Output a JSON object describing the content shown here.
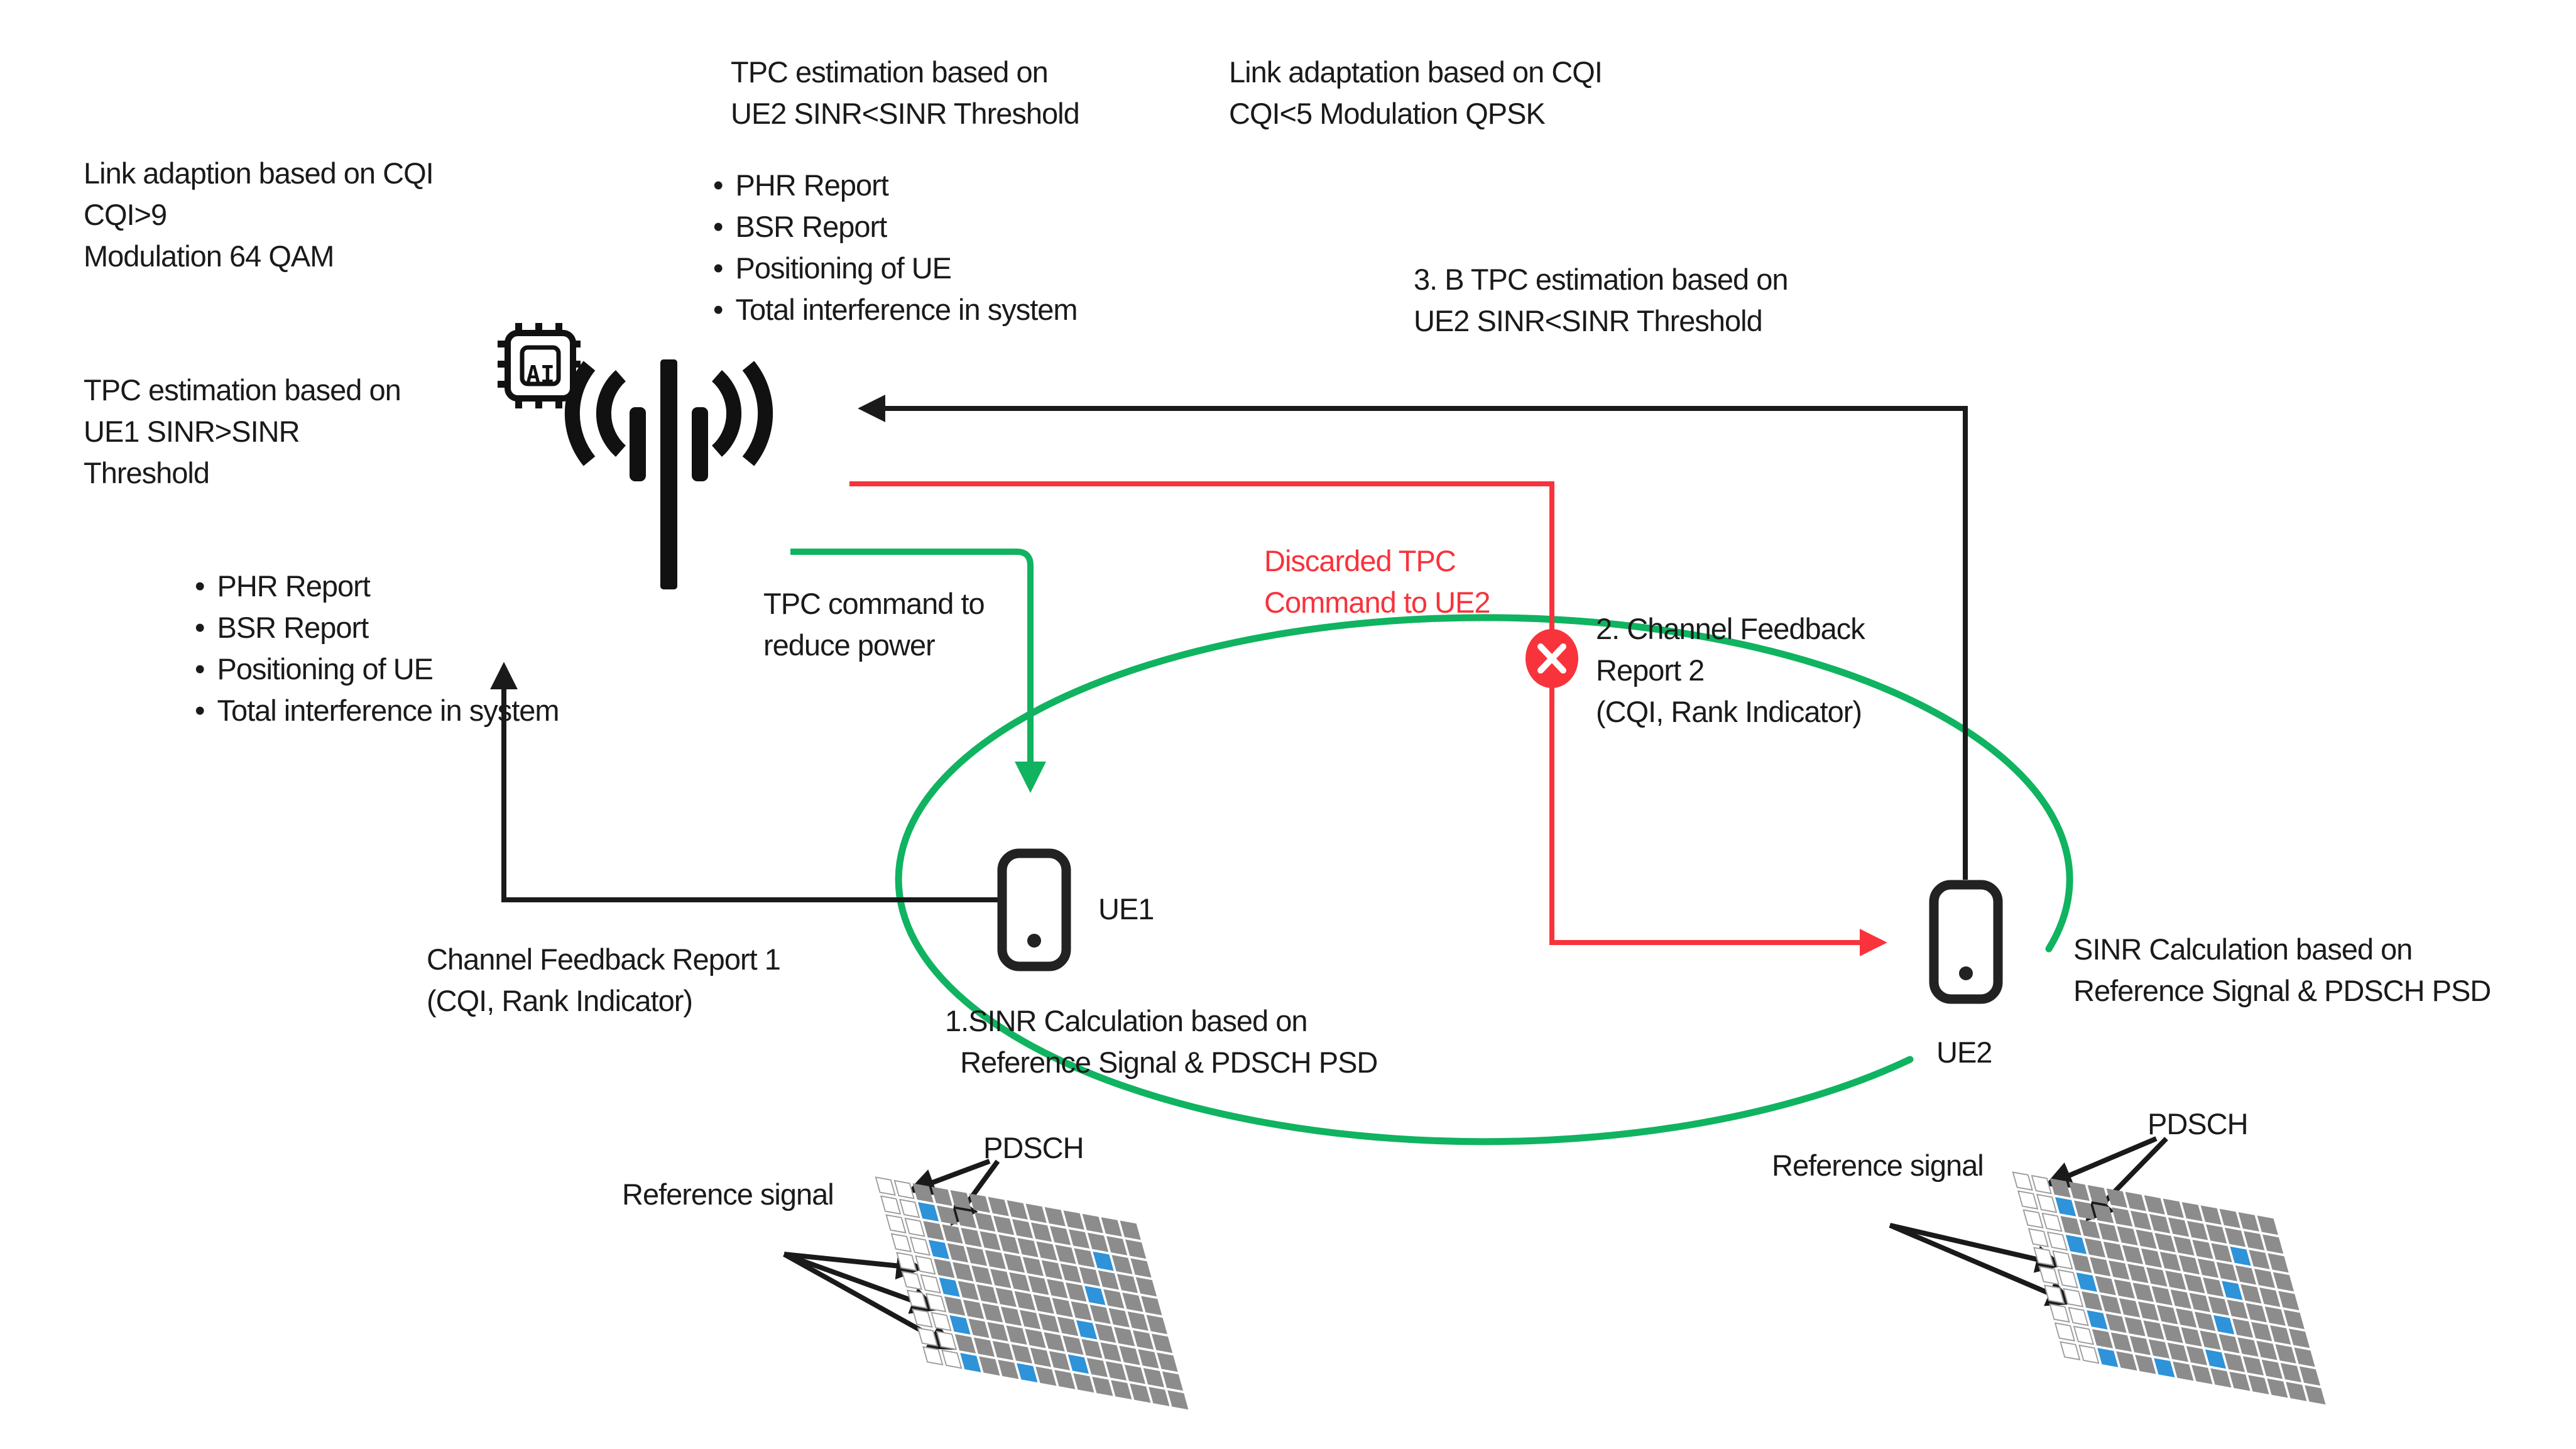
{
  "title": "AI-based TPC and link adaptation diagram",
  "colors": {
    "ink": "#1a1a1a",
    "red": "#f8333c",
    "green": "#10b360",
    "cell_gray": "#8c8c8c",
    "cell_blue": "#2e93d8"
  },
  "texts": {
    "link_adaption_ue1": [
      "Link adaption based on CQI",
      "CQI>9",
      "Modulation 64 QAM"
    ],
    "tpc_est_ue2_top": [
      "TPC estimation based on",
      "UE2 SINR<SINR Threshold"
    ],
    "link_adaptation_ue2": [
      "Link adaptation based on CQI",
      "CQI<5 Modulation QPSK"
    ],
    "tpc_est_3b": [
      "3. B TPC estimation based on",
      "UE2 SINR<SINR Threshold"
    ],
    "tpc_est_ue1": [
      "TPC estimation based on",
      "UE1 SINR>SINR",
      "Threshold"
    ],
    "tpc_command": [
      "TPC command to",
      "reduce power"
    ],
    "discarded_tpc": [
      "Discarded TPC",
      "Command to UE2"
    ],
    "channel_feedback_2": [
      "2. Channel Feedback",
      "Report 2",
      "(CQI, Rank Indicator)"
    ],
    "channel_feedback_1": [
      "Channel Feedback Report 1",
      "(CQI, Rank Indicator)"
    ],
    "sinr_calc_ue1": [
      "1.SINR Calculation based on",
      "  Reference Signal & PDSCH PSD"
    ],
    "sinr_calc_ue2": [
      "SINR Calculation based on",
      "Reference Signal & PDSCH PSD"
    ],
    "ue1_label": "UE1",
    "ue2_label": "UE2",
    "reference_signal_left": "Reference signal",
    "pdsch_left": "PDSCH",
    "reference_signal_right": "Reference signal",
    "pdsch_right": "PDSCH"
  },
  "bullets_top": [
    "PHR Report",
    "BSR Report",
    "Positioning of UE",
    "Total interference in system"
  ],
  "bullets_left": [
    "PHR Report",
    "BSR Report",
    "Positioning of UE",
    "Total interference in system"
  ],
  "icons": {
    "ai_chip_label": "AI",
    "base_station": "cellular base station antenna",
    "phone": "user equipment handset",
    "discard_x": "rejected command marker"
  },
  "resource_grid": {
    "rows": 10,
    "cols": 14,
    "white_cols": 2,
    "blue_cells": [
      [
        1,
        2
      ],
      [
        2,
        11
      ],
      [
        3,
        2
      ],
      [
        4,
        10
      ],
      [
        5,
        2
      ],
      [
        6,
        9
      ],
      [
        7,
        2
      ],
      [
        8,
        8
      ],
      [
        9,
        2
      ],
      [
        9,
        5
      ]
    ]
  }
}
